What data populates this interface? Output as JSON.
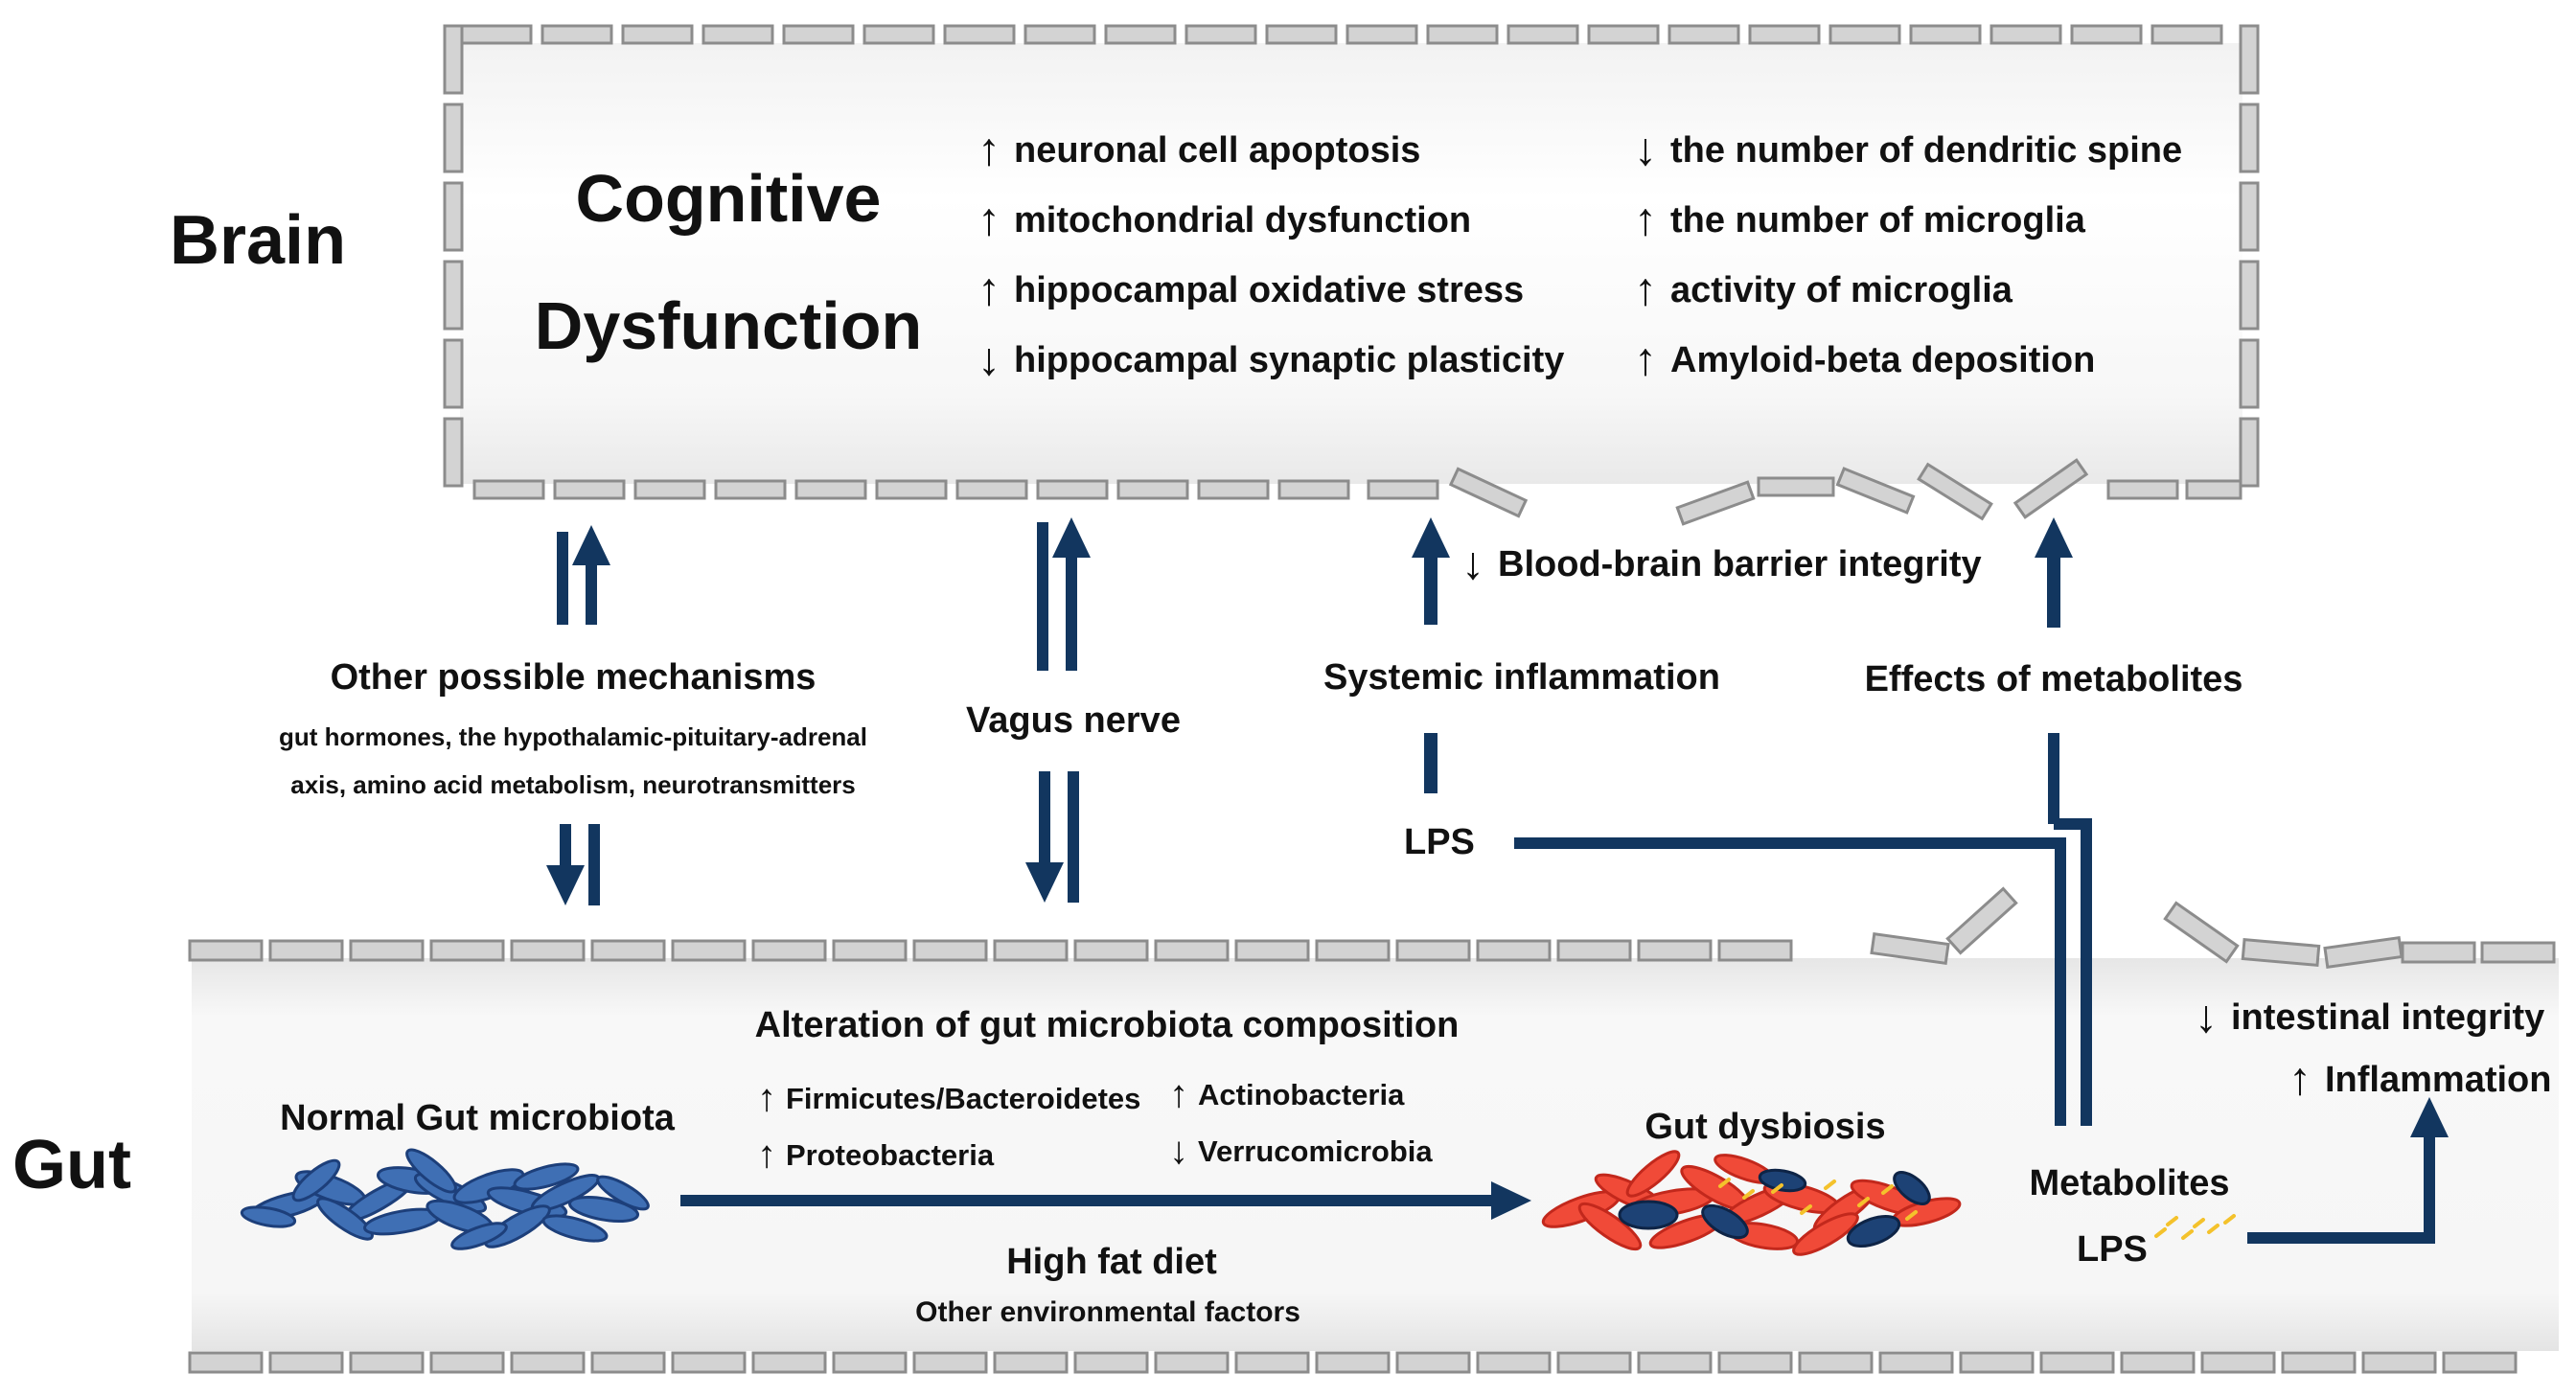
{
  "colors": {
    "arrow": "#12365f",
    "membrane_fill": "#d3d3d3",
    "membrane_stroke": "#8c8c8c",
    "normal_microbe": "#3f6fb4",
    "dysbiosis_red": "#f04a38",
    "dysbiosis_blue": "#1d4275",
    "lps_yellow": "#f4c22c"
  },
  "regions": {
    "brain": "Brain",
    "gut": "Gut"
  },
  "brain_box": {
    "title_line1": "Cognitive",
    "title_line2": "Dysfunction",
    "left_items": [
      {
        "dir": "↑",
        "text": "neuronal cell apoptosis"
      },
      {
        "dir": "↑",
        "text": "mitochondrial dysfunction"
      },
      {
        "dir": "↑",
        "text": "hippocampal oxidative stress"
      },
      {
        "dir": "↓",
        "text": "hippocampal synaptic plasticity"
      }
    ],
    "right_items": [
      {
        "dir": "↓",
        "text": "the number of dendritic spine"
      },
      {
        "dir": "↑",
        "text": "the number of microglia"
      },
      {
        "dir": "↑",
        "text": "activity of microglia"
      },
      {
        "dir": "↑",
        "text": "Amyloid-beta deposition"
      }
    ]
  },
  "pathways": {
    "other_mechanisms": {
      "title": "Other possible mechanisms",
      "detail_line1": "gut hormones, the hypothalamic-pituitary-adrenal",
      "detail_line2": "axis, amino acid metabolism, neurotransmitters"
    },
    "vagus": "Vagus nerve",
    "systemic_inflammation": "Systemic inflammation",
    "bbb": {
      "dir": "↓",
      "text": "Blood-brain barrier integrity"
    },
    "effects_of_metabolites": "Effects of metabolites",
    "lps": "LPS"
  },
  "gut": {
    "alteration_title": "Alteration of gut microbiota composition",
    "changes": [
      {
        "dir": "↑",
        "text": "Firmicutes/Bacteroidetes"
      },
      {
        "dir": "↑",
        "text": "Actinobacteria"
      },
      {
        "dir": "↑",
        "text": "Proteobacteria"
      },
      {
        "dir": "↓",
        "text": "Verrucomicrobia"
      }
    ],
    "normal_label": "Normal Gut microbiota",
    "dysbiosis_label": "Gut dysbiosis",
    "diet_label": "High fat diet",
    "environment_label": "Other environmental factors",
    "metabolites_label": "Metabolites",
    "lps_label": "LPS",
    "intestinal": {
      "dir": "↓",
      "text": "intestinal integrity"
    },
    "inflammation": {
      "dir": "↑",
      "text": "Inflammation"
    }
  }
}
